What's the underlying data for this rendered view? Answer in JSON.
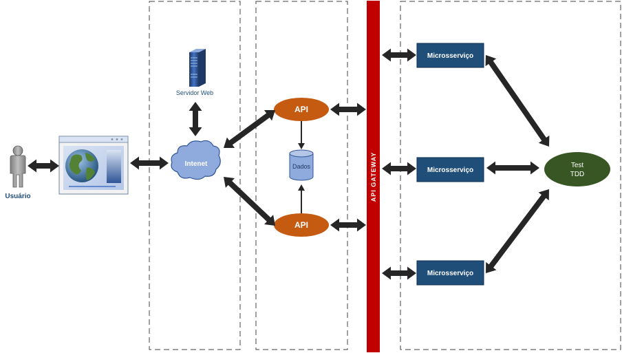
{
  "user": {
    "label": "Usuário"
  },
  "web_server": {
    "label": "Servidor Web"
  },
  "internet": {
    "label": "Intenet"
  },
  "api_top": {
    "label": "API"
  },
  "api_bottom": {
    "label": "API"
  },
  "database": {
    "label": "Dados"
  },
  "gateway": {
    "label": "API GATEWAY"
  },
  "microservices": [
    {
      "label": "Microsserviço"
    },
    {
      "label": "Microsserviço"
    },
    {
      "label": "Microsserviço"
    }
  ],
  "test": {
    "line1": "Test",
    "line2": "TDD"
  },
  "colors": {
    "arrow": "#262626",
    "api_fill": "#c55a11",
    "microservice_fill": "#1f4e79",
    "test_fill": "#375623",
    "gateway_fill": "#c00000",
    "internet_fill": "#8faadc",
    "database_fill": "#8faadc",
    "label_blue": "#1f4e79"
  }
}
